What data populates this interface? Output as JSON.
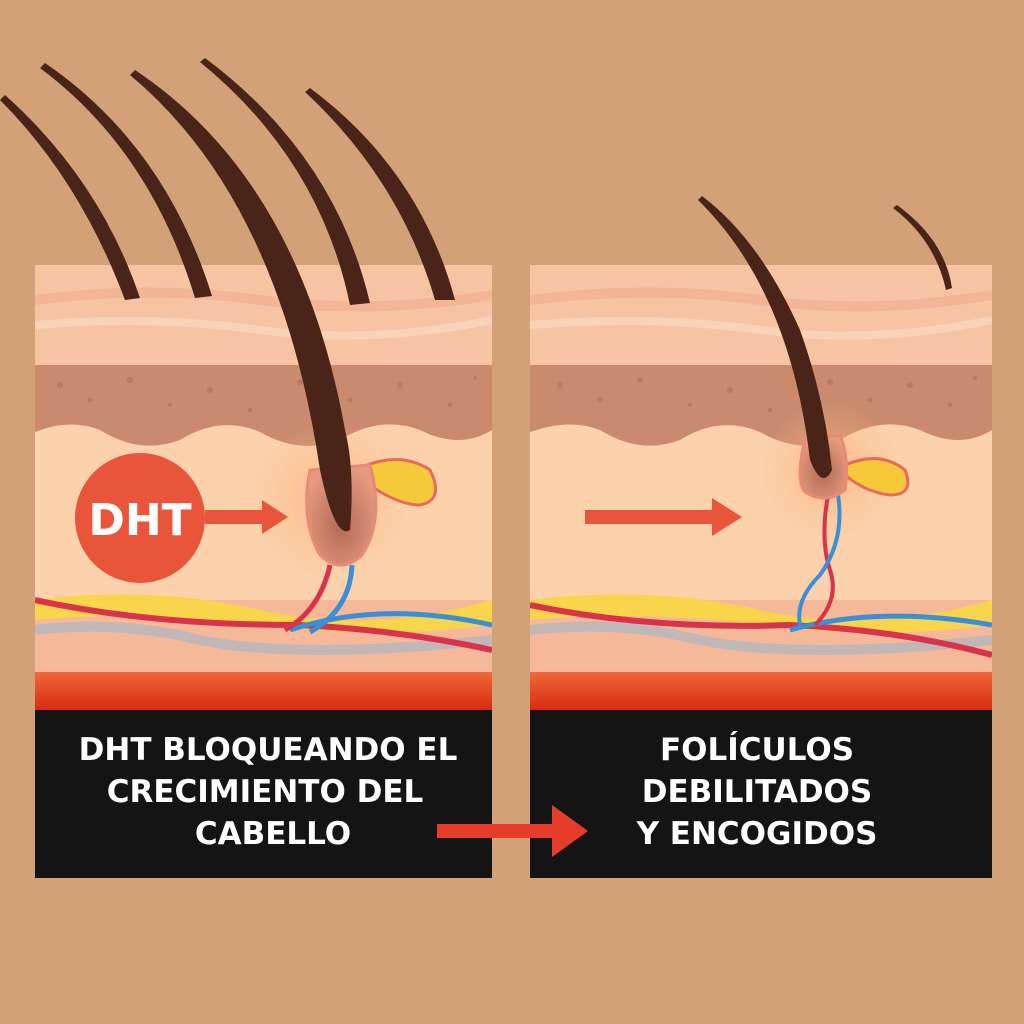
{
  "colors": {
    "background": "#d3a178",
    "skin_top": "#f6c7a6",
    "epidermis_dots": "#c98a6e",
    "dermis": "#fbd2ac",
    "hair": "#4a2418",
    "dht_circle": "#e9553a",
    "arrow": "#e63d2b",
    "caption_bg": "#141414",
    "red_band": "#e5401f"
  },
  "left_panel": {
    "badge": "DHT",
    "caption_lines": [
      "DHT BLOQUEANDO EL",
      "CRECIMIENTO DEL",
      "CABELLO"
    ]
  },
  "right_panel": {
    "caption_lines": [
      "FOLÍCULOS",
      "DEBILITADOS",
      "Y ENCOGIDOS"
    ]
  }
}
